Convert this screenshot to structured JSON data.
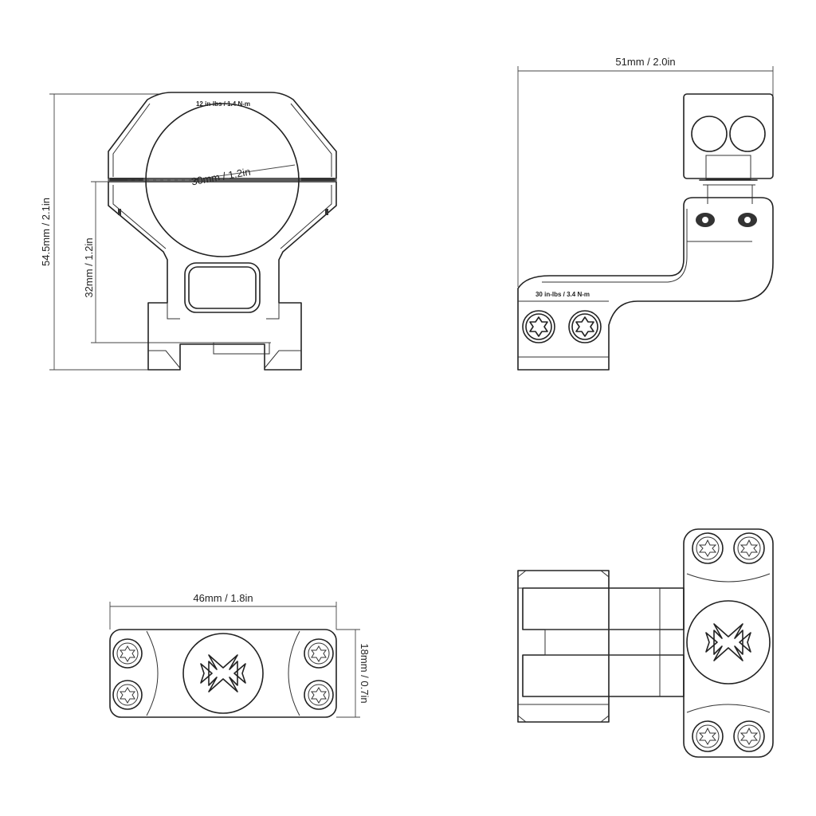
{
  "front_view": {
    "height_label": "54.5mm / 2.1in",
    "center_height_label": "32mm / 1.2in",
    "diameter_label": "30mm / 1.2in",
    "top_torque_label": "12 in-lbs / 1.4 N-m"
  },
  "side_view": {
    "width_label": "51mm / 2.0in",
    "base_torque_label": "30 in-lbs / 3.4 N-m"
  },
  "top_view": {
    "length_label": "46mm / 1.8in",
    "depth_label": "18mm / 0.7in"
  }
}
